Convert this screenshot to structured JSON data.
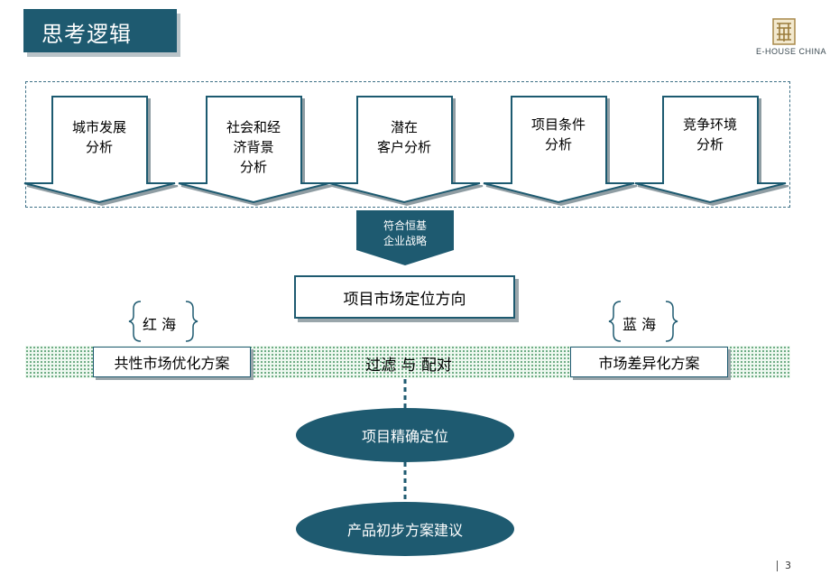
{
  "slide": {
    "title": "思考逻辑",
    "logo_text": "E-HOUSE CHINA",
    "page_number": "3"
  },
  "analysis_arrows": [
    {
      "line1": "城市发展",
      "line2": "分析",
      "line3": ""
    },
    {
      "line1": "社会和经",
      "line2": "济背景",
      "line3": "分析"
    },
    {
      "line1": "潜在",
      "line2": "客户分析",
      "line3": ""
    },
    {
      "line1": "项目条件",
      "line2": "分析",
      "line3": ""
    },
    {
      "line1": "竞争环境",
      "line2": "分析",
      "line3": ""
    }
  ],
  "strategy_arrow": {
    "line1": "符合恒基",
    "line2": "企业战略"
  },
  "positioning": {
    "label": "项目市场定位方向"
  },
  "red_sea": {
    "label": "红 海",
    "plan": "共性市场优化方案"
  },
  "blue_sea": {
    "label": "蓝 海",
    "plan": "市场差异化方案"
  },
  "filter_match": "过滤 与 配对",
  "precise_positioning": "项目精确定位",
  "product_plan": "产品初步方案建议",
  "colors": {
    "primary": "#1e5a70",
    "band": "#4f9a6a",
    "shadow": "#9aa6ab"
  }
}
